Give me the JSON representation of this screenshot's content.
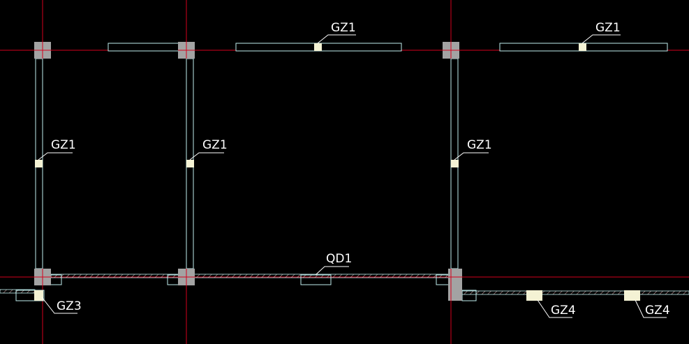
{
  "drawing": {
    "background": "#000000",
    "colors": {
      "axis": "#d4001c",
      "wall": "#bfeeee",
      "column": "#a3a3a3",
      "gz_fill": "#f4f2d4",
      "label": "#ffffff",
      "hatch": "#c9a0a0"
    },
    "labels": {
      "gz1_top_middle": "GZ1",
      "gz1_top_right": "GZ1",
      "gz1_left_wall": "GZ1",
      "gz1_middle_wall": "GZ1",
      "gz1_right_wall": "GZ1",
      "qd1": "QD1",
      "gz3": "GZ3",
      "gz4_first": "GZ4",
      "gz4_second": "GZ4"
    }
  }
}
